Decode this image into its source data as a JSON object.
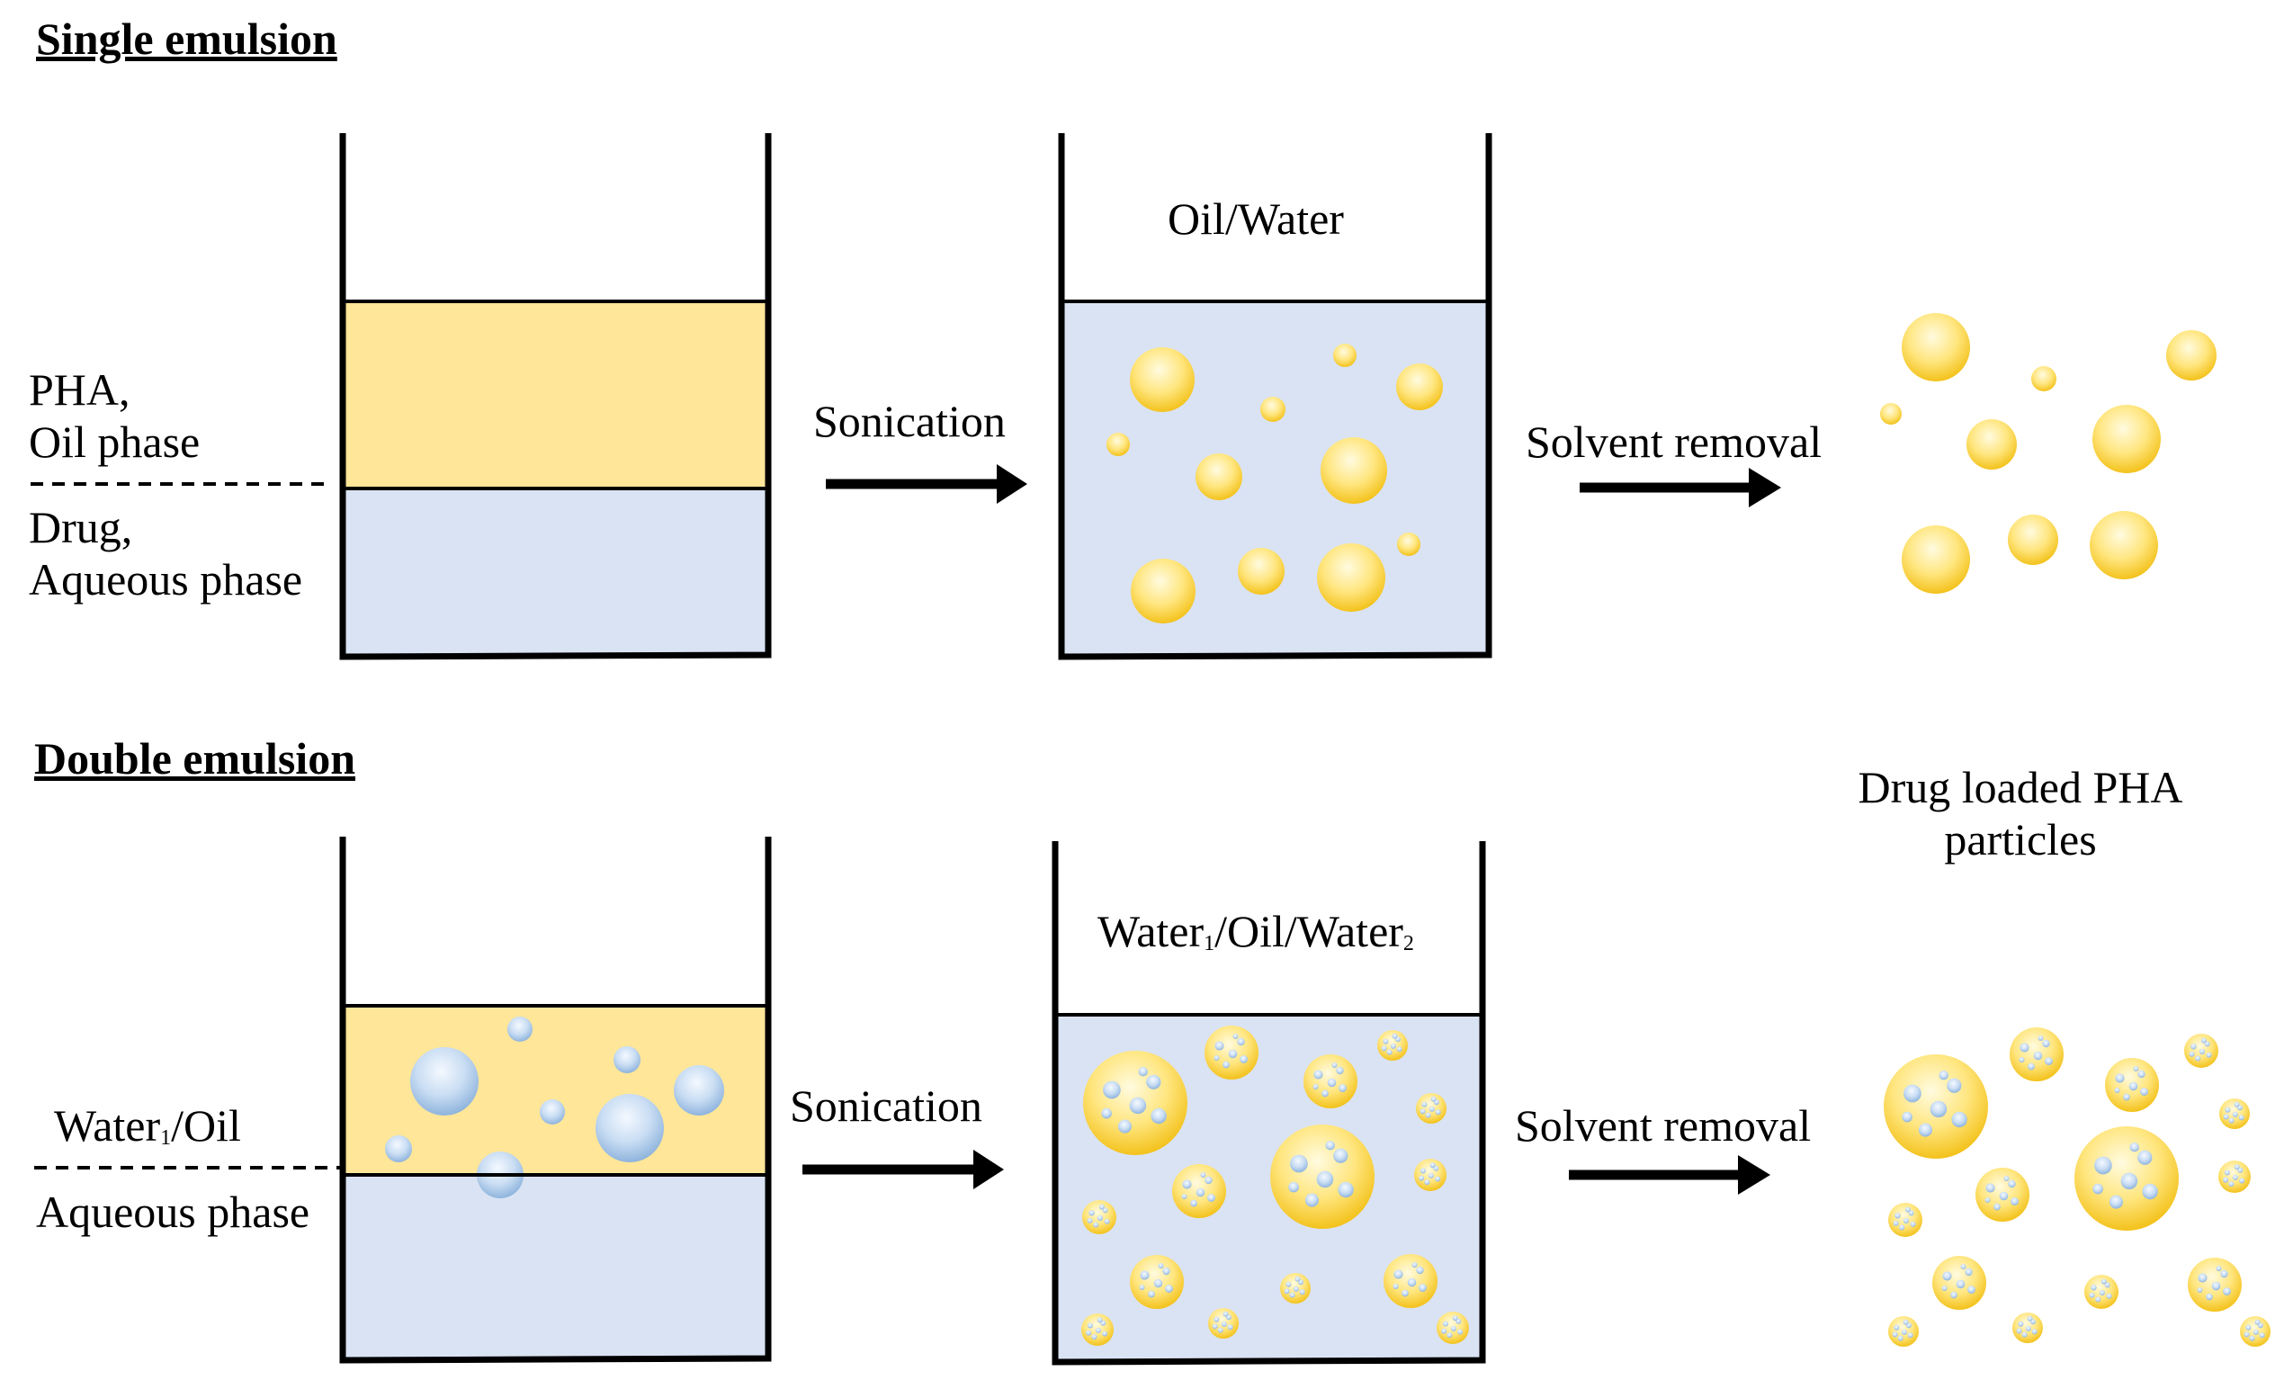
{
  "single": {
    "heading": "Single emulsion",
    "left_label_top_1": "PHA,",
    "left_label_top_2": "Oil phase",
    "left_label_bottom_1": "Drug,",
    "left_label_bottom_2": "Aqueous phase",
    "step1": "Sonication",
    "beaker_label": "Oil/Water",
    "step2": "Solvent removal"
  },
  "double": {
    "heading": "Double emulsion",
    "left_label_top_1": "Water",
    "left_label_top_sub": "1",
    "left_label_top_2": "/Oil",
    "left_label_bottom": "Aqueous phase",
    "step1": "Sonication",
    "beaker_label_a": "Water",
    "beaker_label_sub1": "1",
    "beaker_label_b": "/Oil/Water",
    "beaker_label_sub2": "2",
    "step2": "Solvent removal"
  },
  "product": {
    "line1": "Drug loaded PHA",
    "line2": "particles"
  },
  "colors": {
    "oil": "#FFE699",
    "aqueous": "#DAE3F3",
    "droplet_light": "#FFFBE0",
    "droplet_dark": "#F5C518",
    "water_droplet_light": "#F4F9FF",
    "water_droplet_dark": "#8FB4DD",
    "outline": "#000000"
  }
}
